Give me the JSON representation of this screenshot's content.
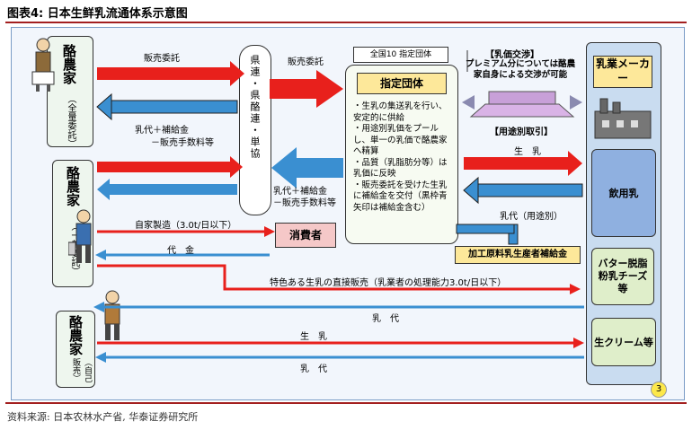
{
  "figure": {
    "title": "图表4:  日本生鲜乳流通体系示意图",
    "source": "资料来源: 日本农林水产省, 华泰证券研究所",
    "page_number": "3"
  },
  "farmers": [
    {
      "title": "酪農家",
      "subtitle": "（全量委託）"
    },
    {
      "title": "酪農家",
      "subtitle": "（一部委託）"
    },
    {
      "title": "酪農家",
      "subtitle": "（自己販売）"
    }
  ],
  "prefecture_body": "県連・県酪連・単協",
  "national": {
    "label": "全国10 指定団体"
  },
  "designated": {
    "title": "指定団体",
    "points": [
      "・生乳の集送乳を行い、安定的に供給",
      "・用途別乳価をプールし、単一の乳価で酪農家へ精算",
      "・品質（乳脂肪分等）は乳価に反映",
      "・販売委託を受けた生乳に補給金を交付（黒枠青矢印は補給金含む）"
    ]
  },
  "negotiation": {
    "title": "【乳価交渉】",
    "note": "プレミアム分については酪農家自身による交渉が可能"
  },
  "use_trade": "【用途別取引】",
  "dairy": {
    "title": "乳業メーカー"
  },
  "products": [
    {
      "label": "飲用乳",
      "color": "#8fb0e0"
    },
    {
      "label": "バター脱脂粉乳チーズ等",
      "color": "#dfeeca"
    },
    {
      "label": "生クリーム等",
      "color": "#dfeeca"
    }
  ],
  "consumer": "消費者",
  "subsidy": "加工原料乳生産者補給金",
  "labels": {
    "sales_consign_1": "販売委託",
    "sales_consign_2": "販売委託",
    "payment_1": "乳代＋補給金",
    "payment_1b": "－販売手数料等",
    "payment_2": "乳代＋補給金",
    "payment_2b": "－販売手数料等",
    "raw_milk_1": "生　乳",
    "milk_payment_use": "乳代（用途別）",
    "self_process": "自家製造（3.0t/日以下）",
    "price": "代　金",
    "direct_sale": "特色ある生乳の直接販売（乳業者の処理能力3.0t/日以下）",
    "milk_payment_2": "乳　代",
    "raw_milk_2": "生　乳",
    "milk_payment_3": "乳　代"
  },
  "colors": {
    "red_arrow": "#e8201c",
    "blue_arrow": "#3a8fd1",
    "rule": "#a31f1f"
  }
}
